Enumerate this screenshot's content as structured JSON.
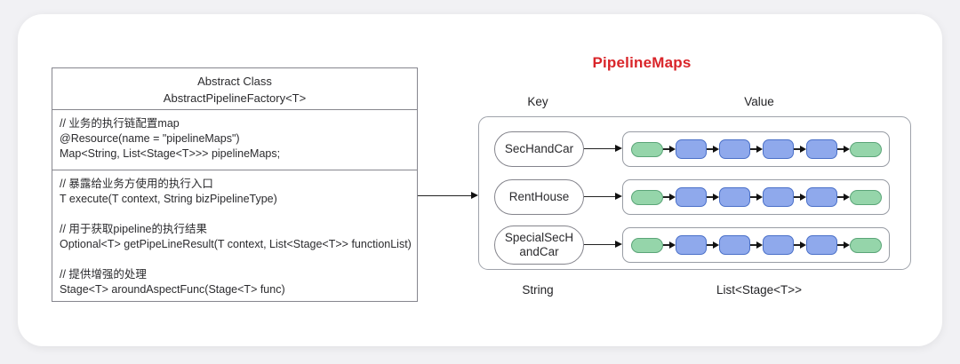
{
  "title": "PipelineMaps",
  "colors": {
    "accent_red": "#d92429",
    "node_green_fill": "#95d5aa",
    "node_green_border": "#5ba578",
    "node_blue_fill": "#8fa9ec",
    "node_blue_border": "#4a70c8",
    "background": "#f1f1f4",
    "card": "#ffffff"
  },
  "class_box": {
    "title_line1": "Abstract Class",
    "title_line2": "AbstractPipelineFactory<T>",
    "fields": [
      "// 业务的执行链配置map",
      "@Resource(name = \"pipelineMaps\")",
      "Map<String, List<Stage<T>>> pipelineMaps;"
    ],
    "methods": [
      "// 暴露给业务方使用的执行入口",
      "T execute(T context, String bizPipelineType)",
      "",
      "// 用于获取pipeline的执行结果",
      "Optional<T> getPipeLineResult(T context, List<Stage<T>> functionList)",
      "",
      "// 提供增强的处理",
      "Stage<T> aroundAspectFunc(Stage<T> func)"
    ]
  },
  "map": {
    "key_header": "Key",
    "value_header": "Value",
    "key_footer": "String",
    "value_footer": "List<Stage<T>>",
    "rows": [
      {
        "key": "SecHandCar",
        "stages": [
          "green",
          "blue",
          "blue",
          "blue",
          "blue",
          "green"
        ]
      },
      {
        "key": "RentHouse",
        "stages": [
          "green",
          "blue",
          "blue",
          "blue",
          "blue",
          "green"
        ]
      },
      {
        "key": "SpecialSecH\nandCar",
        "stages": [
          "green",
          "blue",
          "blue",
          "blue",
          "blue",
          "green"
        ]
      }
    ]
  }
}
